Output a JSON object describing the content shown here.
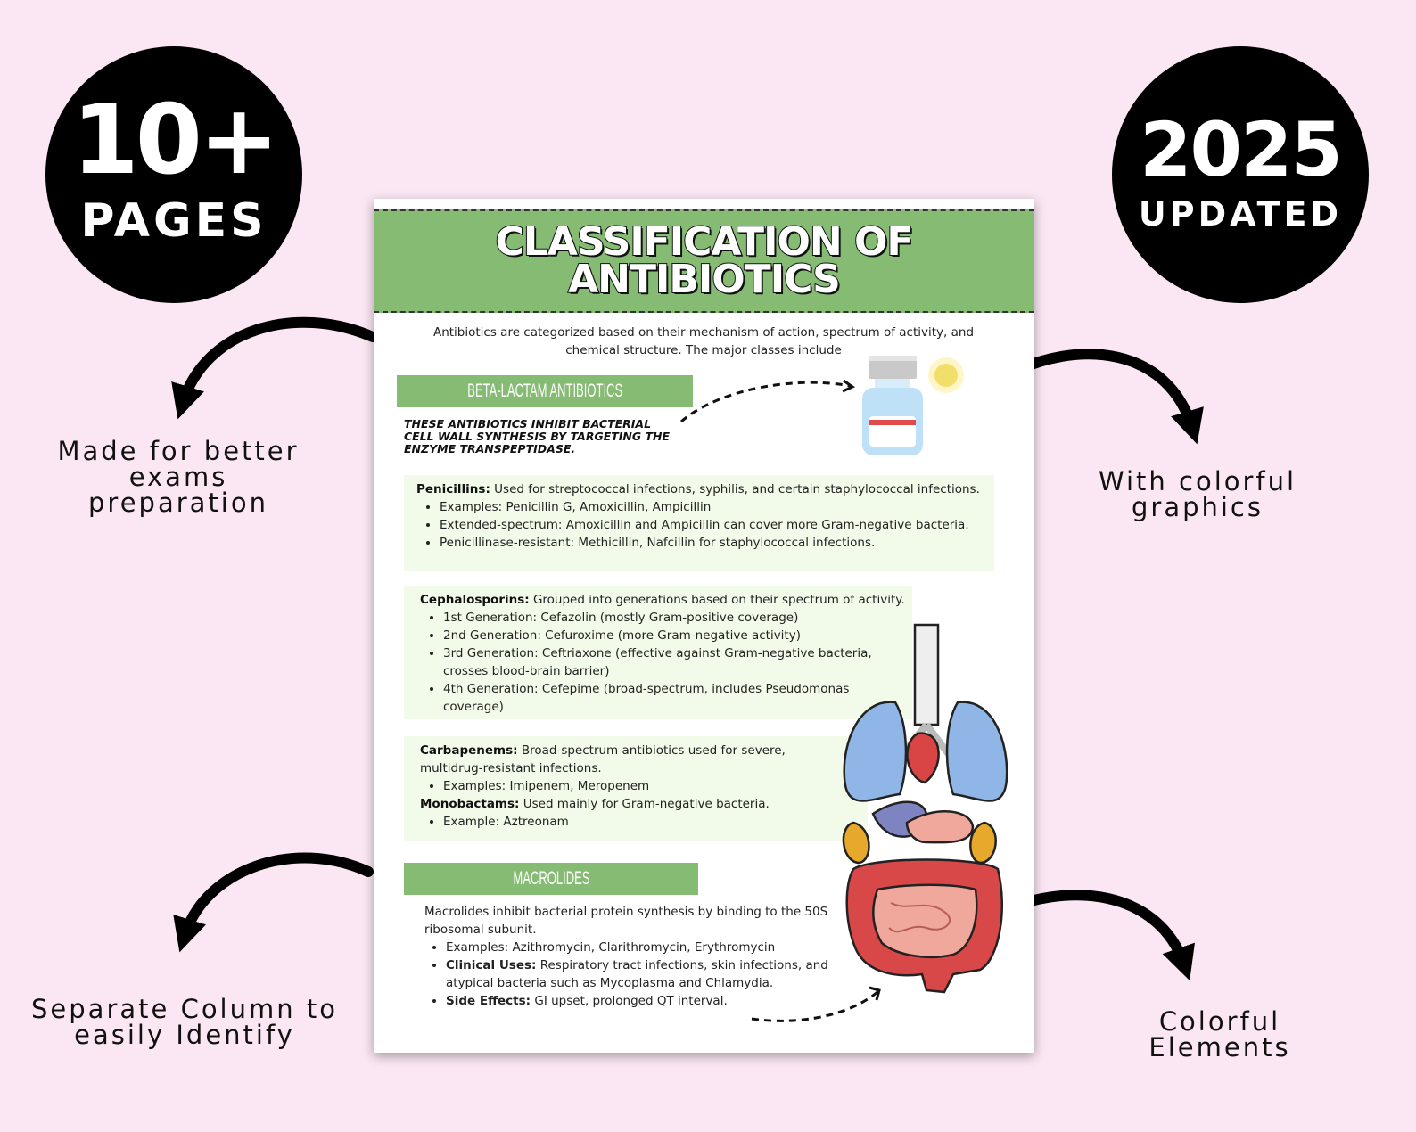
{
  "badges": {
    "left_big": "10+",
    "left_small": "PAGES",
    "right_big": "2025",
    "right_small": "UPDATED"
  },
  "callouts": {
    "top_left_line1": "Made for better",
    "top_left_line2": "exams preparation",
    "top_right_line1": "With colorful",
    "top_right_line2": "graphics",
    "bottom_left_line1": "Separate Column to",
    "bottom_left_line2": "easily Identify",
    "bottom_right_line1": "Colorful",
    "bottom_right_line2": "Elements"
  },
  "document": {
    "title_line1": "CLASSIFICATION OF",
    "title_line2": "ANTIBIOTICS",
    "intro": "Antibiotics are categorized based on their mechanism of action, spectrum of activity, and chemical structure. The major classes include",
    "section1": "BETA-LACTAM ANTIBIOTICS",
    "lead_line1": "THESE ANTIBIOTICS INHIBIT BACTERIAL",
    "lead_line2": "CELL WALL SYNTHESIS BY TARGETING THE",
    "lead_line3": "ENZYME TRANSPEPTIDASE.",
    "penicillins": {
      "label": "Penicillins:",
      "text": " Used for streptococcal infections, syphilis, and certain staphylococcal infections.",
      "items": [
        "Examples: Penicillin G, Amoxicillin, Ampicillin",
        "Extended-spectrum: Amoxicillin and Ampicillin can cover more Gram-negative bacteria.",
        "Penicillinase-resistant: Methicillin, Nafcillin for staphylococcal infections."
      ]
    },
    "cephalosporins": {
      "label": "Cephalosporins:",
      "text": " Grouped into generations based on their spectrum of activity.",
      "items": [
        "1st Generation: Cefazolin (mostly Gram-positive coverage)",
        "2nd Generation: Cefuroxime (more Gram-negative activity)",
        "3rd Generation: Ceftriaxone (effective against Gram-negative bacteria, crosses blood-brain barrier)",
        "4th Generation: Cefepime (broad-spectrum, includes Pseudomonas coverage)"
      ]
    },
    "carbapenems": {
      "label": "Carbapenems:",
      "text": " Broad-spectrum antibiotics used for severe, multidrug-resistant infections.",
      "item": "Examples: Imipenem, Meropenem"
    },
    "monobactams": {
      "label": "Monobactams:",
      "text": " Used mainly for Gram-negative bacteria.",
      "item": "Example: Aztreonam"
    },
    "section2": "MACROLIDES",
    "macrolides": {
      "intro": "Macrolides inhibit bacterial protein synthesis by binding to the 50S ribosomal subunit.",
      "examples": "Examples: Azithromycin, Clarithromycin, Erythromycin",
      "uses_label": "Clinical Uses:",
      "uses_text": " Respiratory tract infections, skin infections, and atypical bacteria such as Mycoplasma and Chlamydia.",
      "side_label": "Side Effects:",
      "side_text": " GI upset, prolonged QT interval."
    }
  },
  "colors": {
    "background": "#fbe7f3",
    "accent_green": "#86bb74",
    "box_green": "#f2fbe9"
  }
}
